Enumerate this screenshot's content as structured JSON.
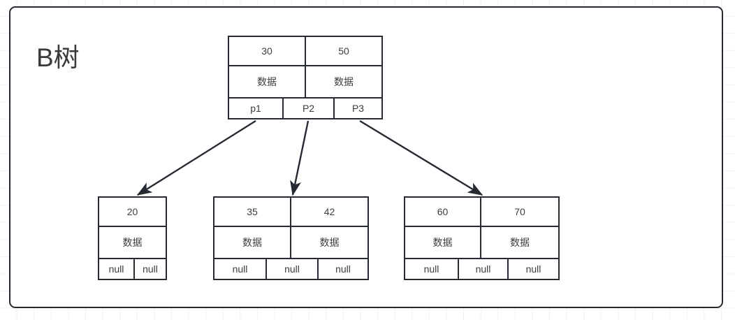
{
  "diagram": {
    "title": "B树",
    "frame": {
      "border_color": "#262b33"
    },
    "background": {
      "grid_color": "#f0f0f0",
      "page_color": "#ffffff"
    },
    "text_color": "#3c3c3c"
  },
  "root_node": {
    "name": "root-node",
    "keys": [
      "30",
      "50"
    ],
    "data": [
      "数据",
      "数据"
    ],
    "pointers": [
      "p1",
      "P2",
      "P3"
    ]
  },
  "children": [
    {
      "name": "child-node-left",
      "keys": [
        "20"
      ],
      "data": [
        "数据"
      ],
      "pointers": [
        "null",
        "null"
      ]
    },
    {
      "name": "child-node-middle",
      "keys": [
        "35",
        "42"
      ],
      "data": [
        "数据",
        "数据"
      ],
      "pointers": [
        "null",
        "null",
        "null"
      ]
    },
    {
      "name": "child-node-right",
      "keys": [
        "60",
        "70"
      ],
      "data": [
        "数据",
        "数据"
      ],
      "pointers": [
        "null",
        "null",
        "null"
      ]
    }
  ],
  "edges": [
    {
      "name": "edge-p1-to-left-child",
      "from": "p1",
      "to": "child-node-left"
    },
    {
      "name": "edge-p2-to-middle-child",
      "from": "P2",
      "to": "child-node-middle"
    },
    {
      "name": "edge-p3-to-right-child",
      "from": "P3",
      "to": "child-node-right"
    }
  ]
}
